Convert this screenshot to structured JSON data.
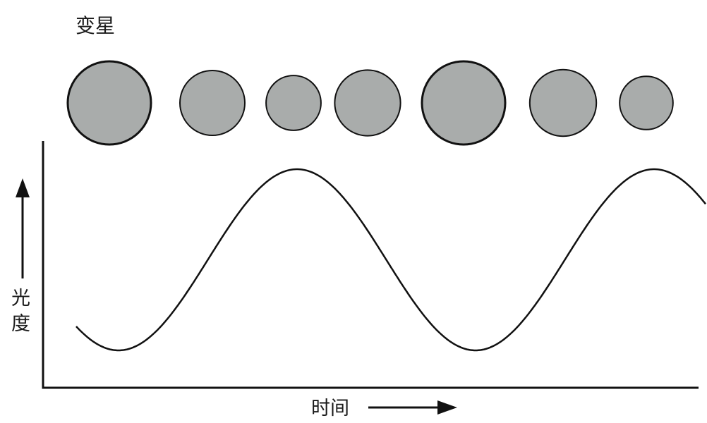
{
  "title": "变星",
  "y_axis_label": [
    "光",
    "度"
  ],
  "x_axis_label": "时间",
  "colors": {
    "star_fill": "#a9acab",
    "stroke": "#111111",
    "background": "#ffffff"
  },
  "stars": [
    {
      "relative_size": 1.0,
      "phase": "maximum"
    },
    {
      "relative_size": 0.78,
      "phase": "decreasing"
    },
    {
      "relative_size": 0.66,
      "phase": "minimum"
    },
    {
      "relative_size": 0.79,
      "phase": "increasing"
    },
    {
      "relative_size": 1.0,
      "phase": "maximum"
    },
    {
      "relative_size": 0.8,
      "phase": "decreasing"
    },
    {
      "relative_size": 0.64,
      "phase": "minimum"
    }
  ],
  "light_curve": {
    "shape": "sinusoid",
    "cycles_shown": 2,
    "features": [
      "minimum",
      "maximum",
      "minimum",
      "maximum"
    ]
  }
}
